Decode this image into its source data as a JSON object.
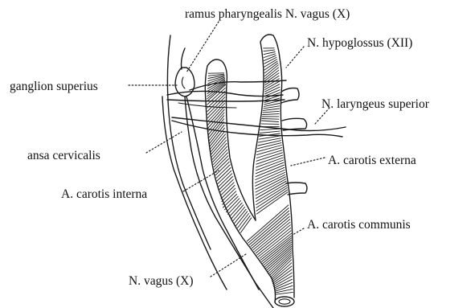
{
  "labels": {
    "ramus_pharyngealis": "ramus pharyngealis N. vagus (X)",
    "hypoglossus": "N. hypoglossus (XII)",
    "ganglion_superius": "ganglion superius",
    "laryngeus_superior": "N. laryngeus superior",
    "ansa_cervicalis": "ansa cervicalis",
    "carotis_externa": "A. carotis externa",
    "carotis_interna": "A. carotis interna",
    "carotis_communis": "A. carotis communis",
    "vagus": "N. vagus (X)"
  }
}
